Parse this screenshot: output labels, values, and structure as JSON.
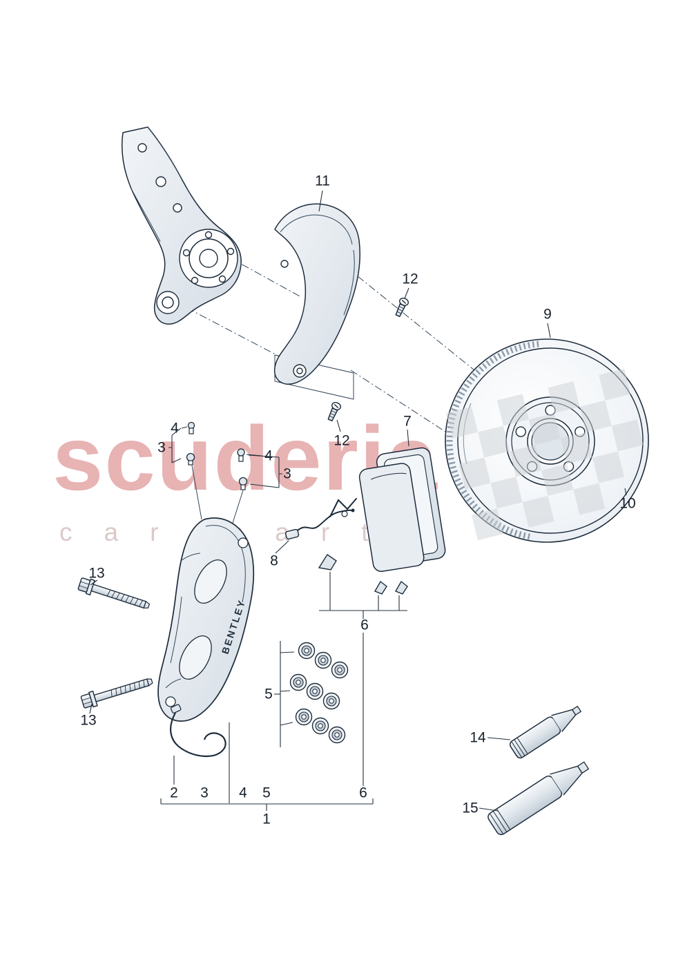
{
  "watermark": {
    "line1": "scuderia",
    "line2": "car parts",
    "title_color": "#c94a4a",
    "subtitle_color": "#a67878"
  },
  "brand_text": "BENTLEY",
  "callouts": {
    "c1": "1",
    "c2": "2",
    "c3": "3",
    "c4": "4",
    "c5": "5",
    "c6": "6",
    "c7": "7",
    "c8": "8",
    "c9": "9",
    "c10": "10",
    "c11": "11",
    "c12": "12",
    "c13": "13",
    "c14": "14",
    "c15": "15"
  },
  "colors": {
    "line": "#1c2b3a",
    "shade": "#dfe6ec",
    "checker": "#cfd4d8",
    "background": "#ffffff"
  }
}
